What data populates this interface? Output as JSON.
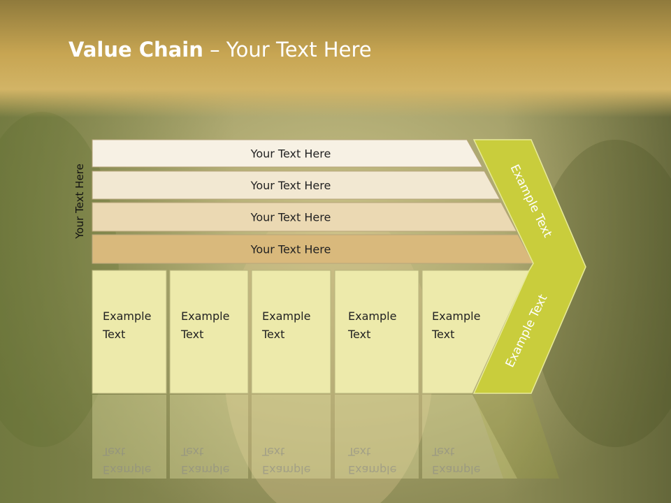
{
  "slide": {
    "title_bold": "Value Chain",
    "title_rest": " – Your Text Here",
    "side_label": "Your Text Here"
  },
  "bars": [
    {
      "label": "Your Text Here"
    },
    {
      "label": "Your Text Here"
    },
    {
      "label": "Your Text Here"
    },
    {
      "label": "Your Text Here"
    }
  ],
  "columns": [
    {
      "line1": "Example",
      "line2": "Text"
    },
    {
      "line1": "Example",
      "line2": "Text"
    },
    {
      "line1": "Example",
      "line2": "Text"
    },
    {
      "line1": "Example",
      "line2": "Text"
    },
    {
      "line1": "Example",
      "line2": "Text"
    }
  ],
  "arrow": {
    "upper_label": "Example Text",
    "lower_label": "Example Text",
    "color": "#c9cd3c"
  },
  "colors": {
    "bar_fills": [
      "#f7f1e4",
      "#f2e8d2",
      "#ebd9b3",
      "#d9b97c"
    ],
    "column_fill": "#edeaab",
    "header_band": "#b28f44"
  }
}
